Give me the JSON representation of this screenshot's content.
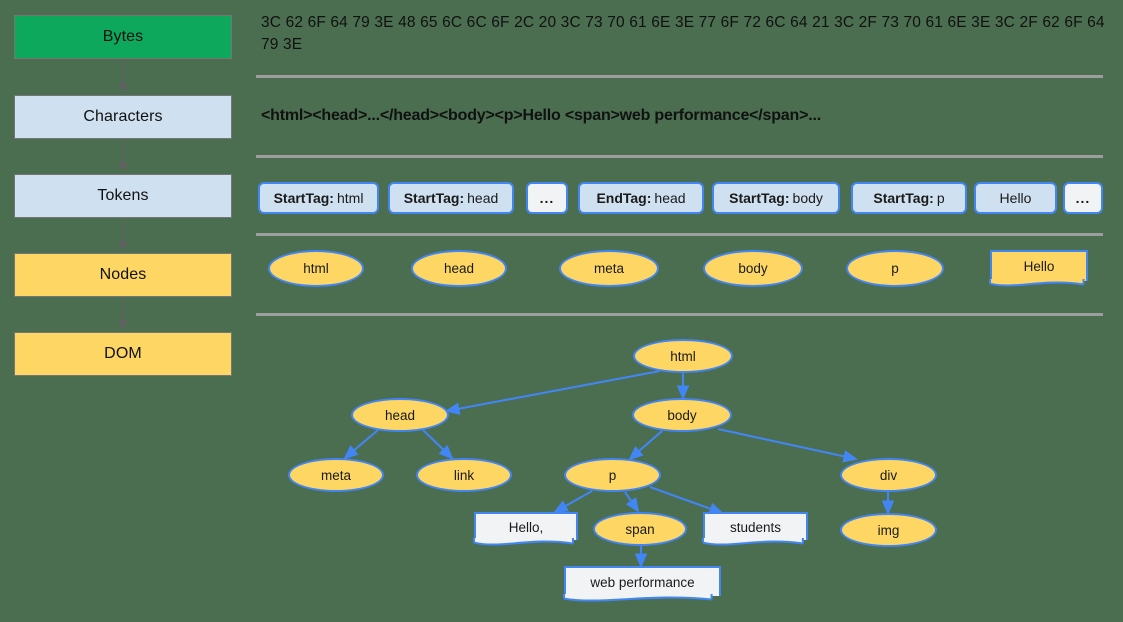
{
  "background_color": "#4a6e4f",
  "palette": {
    "green": "#0da85c",
    "light_blue": "#cfe0f0",
    "yellow": "#fdd663",
    "grey_node": "#f1f3f4",
    "node_border": "#4285f4",
    "box_border": "#767676",
    "rule": "#9e9e9e",
    "arrow_grey": "#616161"
  },
  "pipeline": {
    "stages": [
      {
        "label": "Bytes",
        "color": "green"
      },
      {
        "label": "Characters",
        "color": "blue"
      },
      {
        "label": "Tokens",
        "color": "blue"
      },
      {
        "label": "Nodes",
        "color": "yellow"
      },
      {
        "label": "DOM",
        "color": "yellow"
      }
    ]
  },
  "bytes_row": {
    "hex": "3C 62 6F 64 79 3E 48 65 6C 6C 6F 2C 20 3C 73 70 61 6E 3E 77 6F 72 6C 64 21 3C 2F 73 70 61 6E 3E 3C 2F 62 6F 64 79 3E"
  },
  "characters_row": {
    "markup": "<html><head>...</head><body><p>Hello <span>web performance</span>..."
  },
  "tokens_row": {
    "tokens": [
      {
        "kind": "StartTag:",
        "value": "html",
        "style": "blue"
      },
      {
        "kind": "StartTag:",
        "value": "head",
        "style": "blue"
      },
      {
        "kind": "",
        "value": "...",
        "style": "ellipsis"
      },
      {
        "kind": "EndTag:",
        "value": "head",
        "style": "blue"
      },
      {
        "kind": "StartTag:",
        "value": "body",
        "style": "blue"
      },
      {
        "kind": "StartTag:",
        "value": "p",
        "style": "blue"
      },
      {
        "kind": "",
        "value": "Hello",
        "style": "blue"
      },
      {
        "kind": "",
        "value": "...",
        "style": "ellipsis"
      }
    ]
  },
  "nodes_row": {
    "nodes": [
      {
        "label": "html",
        "shape": "ellipse"
      },
      {
        "label": "head",
        "shape": "ellipse"
      },
      {
        "label": "meta",
        "shape": "ellipse"
      },
      {
        "label": "body",
        "shape": "ellipse"
      },
      {
        "label": "p",
        "shape": "ellipse"
      },
      {
        "label": "Hello",
        "shape": "document"
      }
    ]
  },
  "dom_tree": {
    "nodes": [
      {
        "id": "html",
        "label": "html",
        "shape": "ellipse"
      },
      {
        "id": "head",
        "label": "head",
        "shape": "ellipse"
      },
      {
        "id": "body",
        "label": "body",
        "shape": "ellipse"
      },
      {
        "id": "meta",
        "label": "meta",
        "shape": "ellipse"
      },
      {
        "id": "link",
        "label": "link",
        "shape": "ellipse"
      },
      {
        "id": "p",
        "label": "p",
        "shape": "ellipse"
      },
      {
        "id": "div",
        "label": "div",
        "shape": "ellipse"
      },
      {
        "id": "hello",
        "label": "Hello,",
        "shape": "document"
      },
      {
        "id": "span",
        "label": "span",
        "shape": "ellipse"
      },
      {
        "id": "students",
        "label": "students",
        "shape": "document"
      },
      {
        "id": "img",
        "label": "img",
        "shape": "ellipse"
      },
      {
        "id": "webperf",
        "label": "web performance",
        "shape": "document"
      }
    ],
    "edges": [
      {
        "from": "html",
        "to": "head"
      },
      {
        "from": "html",
        "to": "body"
      },
      {
        "from": "head",
        "to": "meta"
      },
      {
        "from": "head",
        "to": "link"
      },
      {
        "from": "body",
        "to": "p"
      },
      {
        "from": "body",
        "to": "div"
      },
      {
        "from": "p",
        "to": "hello"
      },
      {
        "from": "p",
        "to": "span"
      },
      {
        "from": "p",
        "to": "students"
      },
      {
        "from": "div",
        "to": "img"
      },
      {
        "from": "span",
        "to": "webperf"
      }
    ]
  }
}
